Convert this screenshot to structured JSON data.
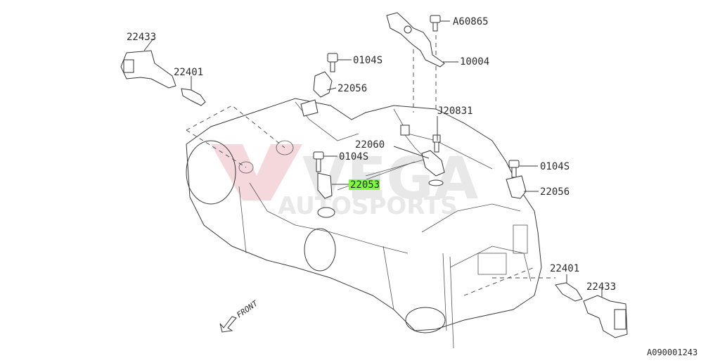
{
  "watermark": {
    "brand": "VEGA",
    "sub": "AUTOSPORTS"
  },
  "labels": {
    "ign_coil_left": "22433",
    "spark_plug_left": "22401",
    "bolt_top": "0104S",
    "cam_sensor_top": "22056",
    "bolt_a": "A60865",
    "bracket": "10004",
    "nut": "J20831",
    "knock_sensor": "22060",
    "bolt_mid": "0104S",
    "crank_sensor": "22053",
    "bolt_right": "0104S",
    "cam_sensor_right": "22056",
    "spark_plug_right": "22401",
    "ign_coil_right": "22433"
  },
  "front_label": "FRONT",
  "diagram_code": "A090001243",
  "highlight_color": "#7CFC3A"
}
